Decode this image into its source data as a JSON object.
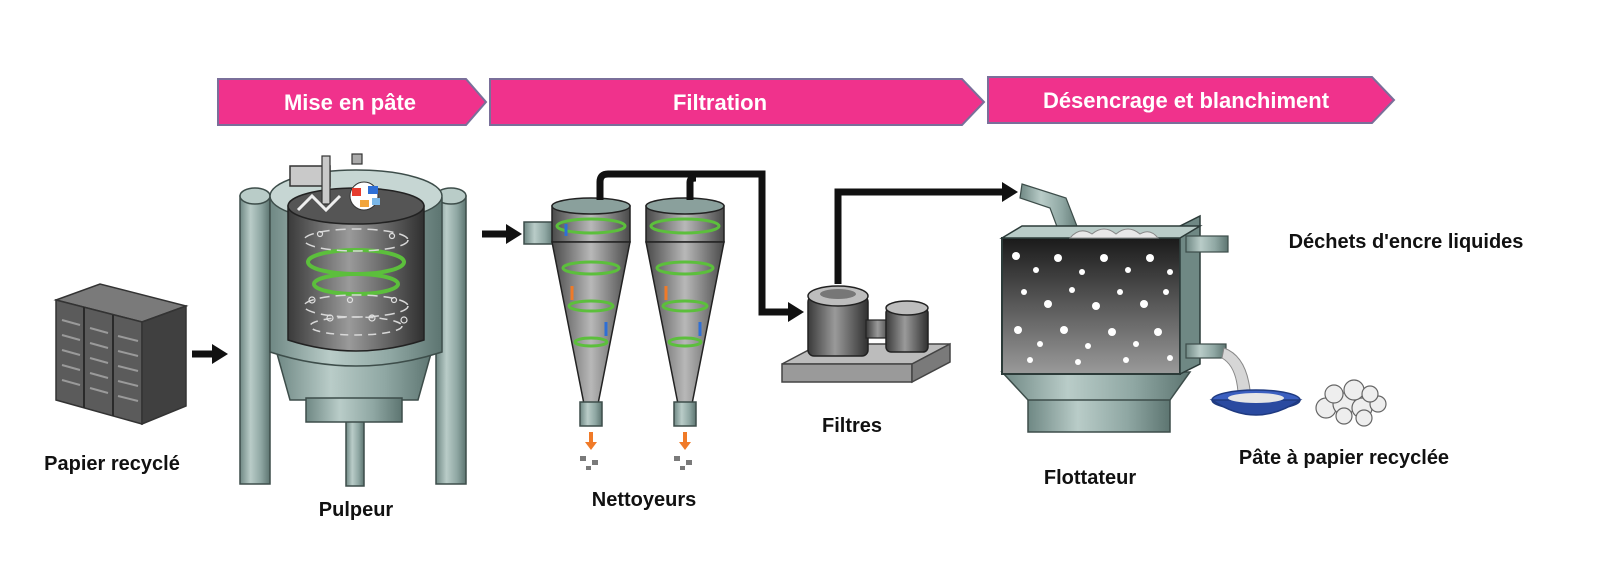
{
  "stages": [
    {
      "label": "Mise en pâte"
    },
    {
      "label": "Filtration"
    },
    {
      "label": "Désencrage et blanchiment"
    }
  ],
  "equipment": {
    "papier": "Papier recyclé",
    "pulpeur": "Pulpeur",
    "nettoyeurs": "Nettoyeurs",
    "filtres": "Filtres",
    "flottateur": "Flottateur",
    "dechets": "Déchets d'encre liquides",
    "pate": "Pâte à papier recyclée"
  },
  "colors": {
    "stage_fill": "#f0328c",
    "stage_border": "#7a6f9a",
    "metal": "#8fa7a3",
    "metal_dark": "#4e605d",
    "vessel_dark": "#2b2b2b",
    "arrow": "#111111",
    "swirl": "#5cbf3c",
    "drip": "#f07a28"
  }
}
